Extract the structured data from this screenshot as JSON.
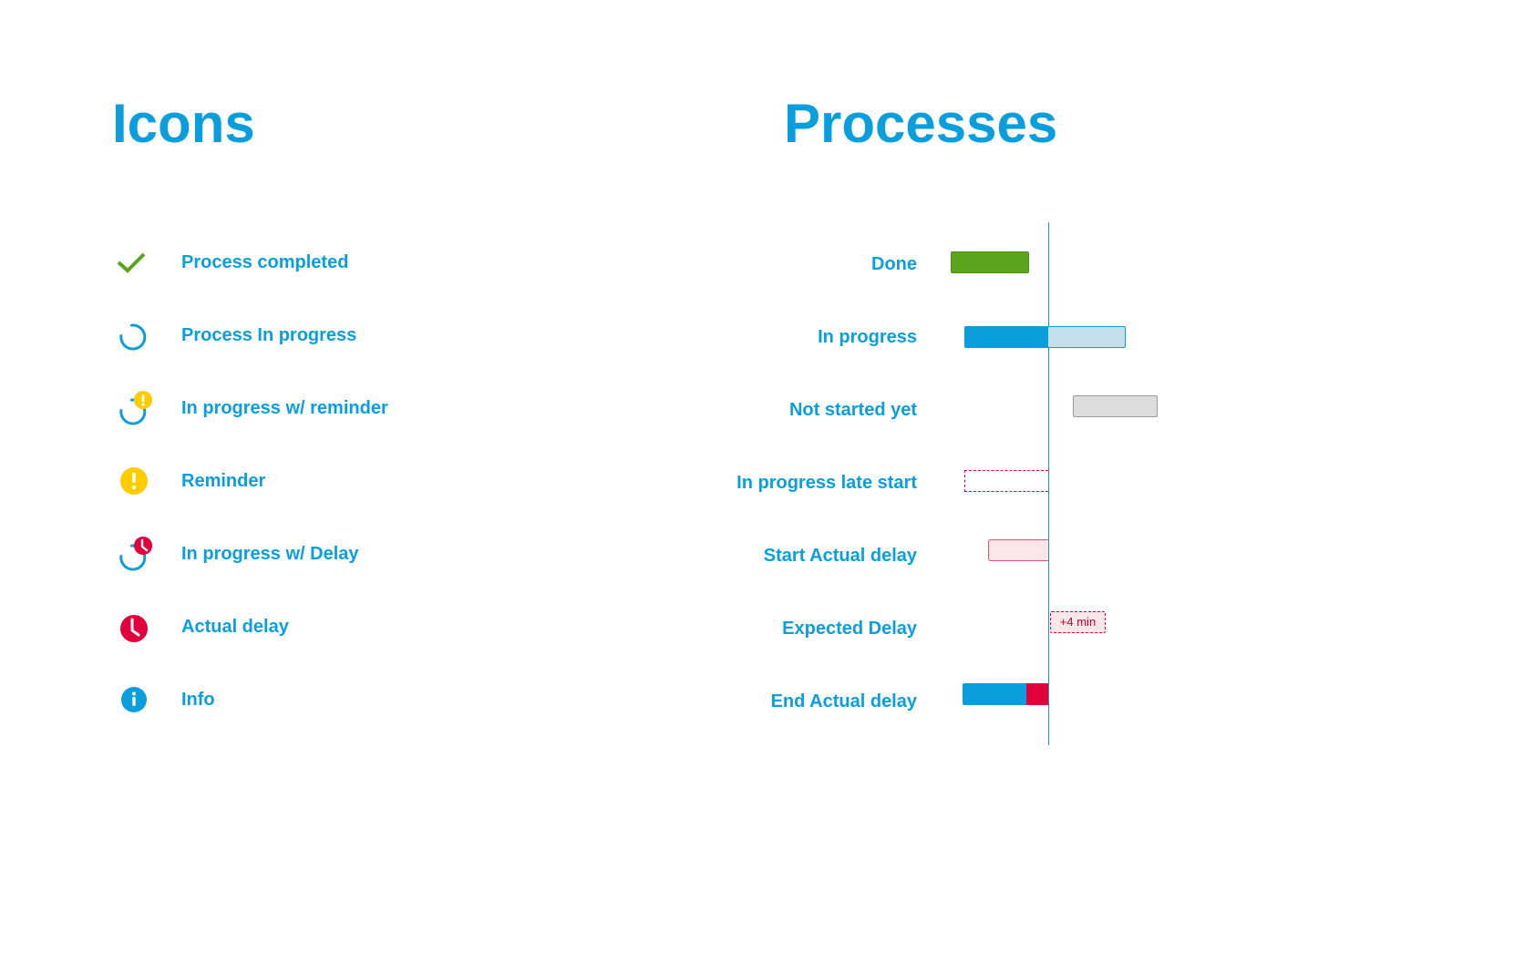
{
  "headings": {
    "icons": "Icons",
    "processes": "Processes"
  },
  "colors": {
    "primary": "#0a9fdc",
    "success": "#5aa51c",
    "warning": "#ffcc00",
    "danger": "#e1003c",
    "neutral": "#dddddd"
  },
  "icons": [
    {
      "icon": "check-icon",
      "label": "Process completed"
    },
    {
      "icon": "progress-ring-icon",
      "label": "Process In progress"
    },
    {
      "icon": "progress-reminder-icon",
      "label": "In progress w/ reminder"
    },
    {
      "icon": "reminder-icon",
      "label": "Reminder"
    },
    {
      "icon": "progress-delay-icon",
      "label": "In progress w/ Delay"
    },
    {
      "icon": "clock-delay-icon",
      "label": "Actual delay"
    },
    {
      "icon": "info-icon",
      "label": "Info"
    }
  ],
  "processes": [
    {
      "label": "Done"
    },
    {
      "label": "In progress"
    },
    {
      "label": "Not started yet"
    },
    {
      "label": "In progress late start"
    },
    {
      "label": "Start Actual delay"
    },
    {
      "label": "Expected Delay",
      "badge": "+4 min"
    },
    {
      "label": "End Actual delay"
    }
  ]
}
